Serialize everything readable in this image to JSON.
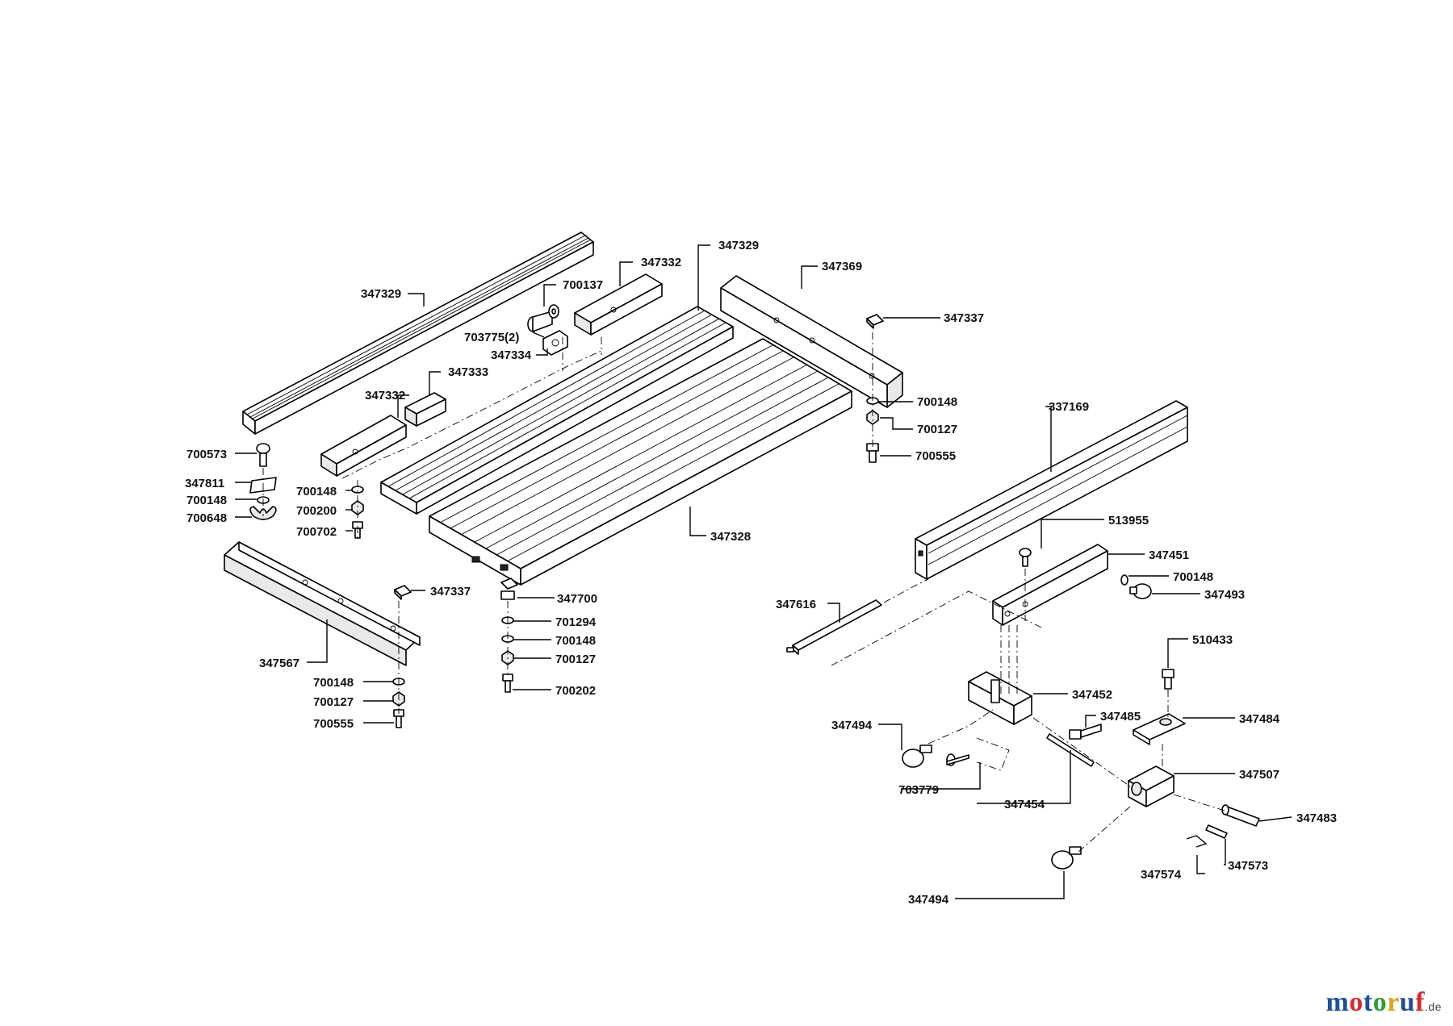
{
  "labels": {
    "l347329a": "347329",
    "l347329b": "347329",
    "l347332a": "347332",
    "l347332b": "347332",
    "l700137": "700137",
    "l703775": "703775(2)",
    "l347334": "347334",
    "l347333": "347333",
    "l347369": "347369",
    "l347337a": "347337",
    "l700148a": "700148",
    "l700127a": "700127",
    "l700555a": "700555",
    "l700573": "700573",
    "l347811": "347811",
    "l700148b": "700148",
    "l700648": "700648",
    "l700148c": "700148",
    "l700200": "700200",
    "l700702": "700702",
    "l347328": "347328",
    "l347337b": "347337",
    "l347700": "347700",
    "l701294": "701294",
    "l700148d": "700148",
    "l700127b": "700127",
    "l700202": "700202",
    "l347567": "347567",
    "l700148e": "700148",
    "l700127c": "700127",
    "l700555b": "700555",
    "l337169": "337169",
    "l513955": "513955",
    "l347451": "347451",
    "l700148f": "700148",
    "l347493": "347493",
    "l347616": "347616",
    "l510433": "510433",
    "l347452": "347452",
    "l347485": "347485",
    "l347484": "347484",
    "l347494a": "347494",
    "l347507": "347507",
    "l703779": "703779",
    "l347454": "347454",
    "l347483": "347483",
    "l347574": "347574",
    "l347573": "347573",
    "l347494b": "347494"
  },
  "watermark": {
    "letters": [
      "m",
      "o",
      "t",
      "o",
      "r",
      "u",
      "f"
    ],
    "letter_colors": [
      "#1f4e9b",
      "#d62b2b",
      "#1f4e9b",
      "#2e9b3a",
      "#e0a21a",
      "#1f4e9b",
      "#d62b2b"
    ],
    "suffix": ".de"
  }
}
